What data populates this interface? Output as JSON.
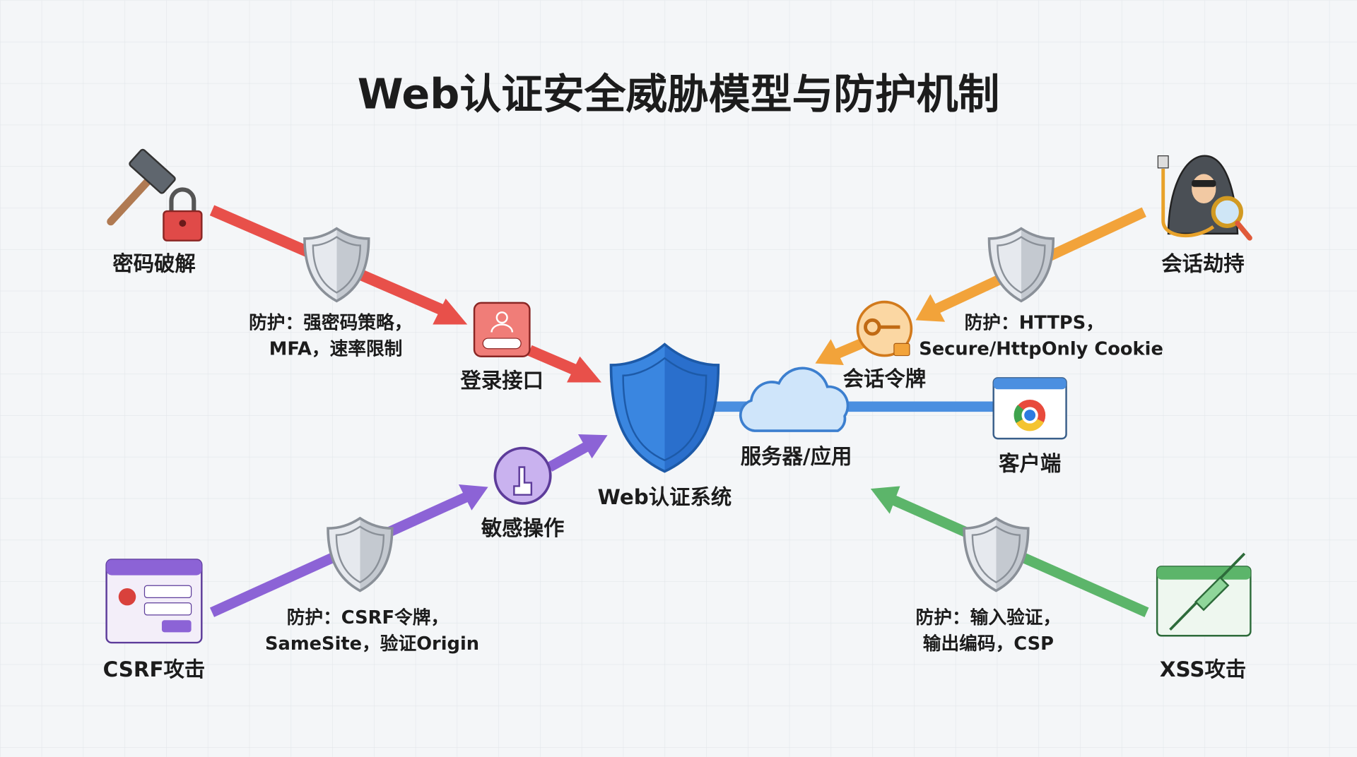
{
  "title": "Web认证安全威胁模型与防护机制",
  "center": {
    "label": "Web认证系统"
  },
  "nodes": {
    "login": "登录接口",
    "server": "服务器/应用",
    "client": "客户端",
    "token": "会话令牌",
    "sensitive": "敏感操作"
  },
  "threats": [
    {
      "label": "密码破解",
      "defense_lines": [
        "防护：强密码策略，",
        "MFA，速率限制"
      ],
      "color": "#e8504a"
    },
    {
      "label": "会话劫持",
      "defense_lines": [
        "防护：HTTPS，",
        "Secure/HttpOnly Cookie"
      ],
      "color": "#f2a33a"
    },
    {
      "label": "CSRF攻击",
      "defense_lines": [
        "防护：CSRF令牌，",
        "SameSite，验证Origin"
      ],
      "color": "#8c63d6"
    },
    {
      "label": "XSS攻击",
      "defense_lines": [
        "防护：输入验证，",
        "输出编码，CSP"
      ],
      "color": "#5cb56a"
    }
  ],
  "colors": {
    "primary_shield": "#2f7bd8",
    "grid": "#e2e6ea"
  }
}
